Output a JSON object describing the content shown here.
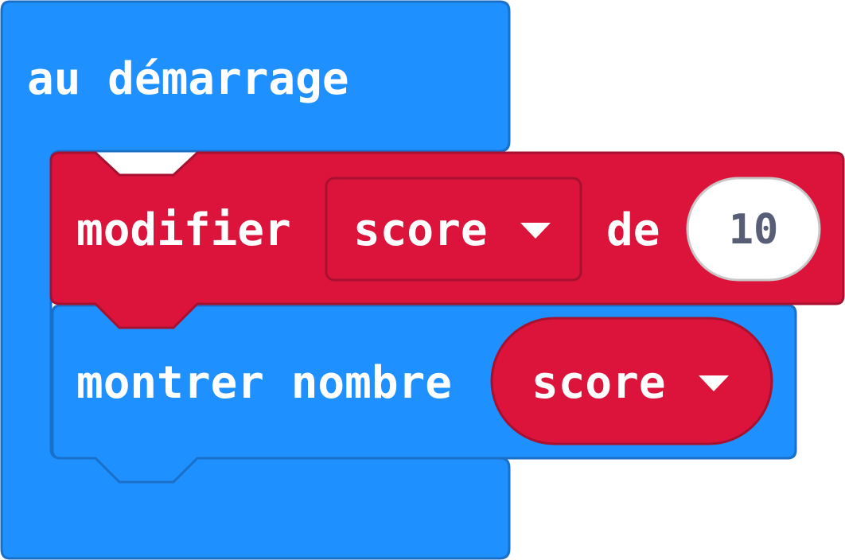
{
  "colors": {
    "basic_block": "#1e90ff",
    "basic_block_edge": "#1a6fc9",
    "variable_block": "#dc143c",
    "variable_block_edge": "#a8102f",
    "number_text": "#575e75",
    "text": "#ffffff"
  },
  "on_start_block": {
    "label": "au démarrage"
  },
  "set_block": {
    "label_prefix": "modifier",
    "variable_dropdown": {
      "value": "score",
      "icon": "caret-down-icon"
    },
    "label_of": "de",
    "number_input": {
      "value": "10"
    }
  },
  "show_number_block": {
    "label": "montrer nombre",
    "variable_reporter": {
      "value": "score",
      "icon": "caret-down-icon"
    }
  }
}
